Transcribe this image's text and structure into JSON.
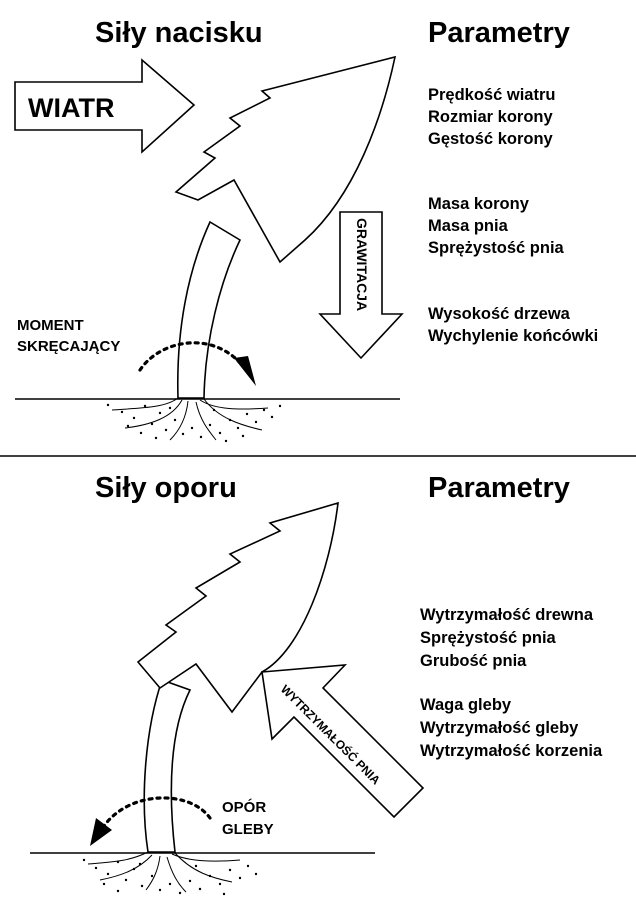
{
  "top_panel": {
    "title": "Siły nacisku",
    "params_title": "Parametry",
    "wind_label": "WIATR",
    "gravity_label": "GRAWITACJA",
    "moment_label_line1": "MOMENT",
    "moment_label_line2": "SKRĘCAJĄCY",
    "params": [
      "Prędkość wiatru",
      "Rozmiar korony",
      "Gęstość korony",
      "Masa korony",
      "Masa pnia",
      "Sprężystość pnia",
      "Wysokość drzewa",
      "Wychylenie końcówki"
    ]
  },
  "bottom_panel": {
    "title": "Siły oporu",
    "params_title": "Parametry",
    "trunk_strength_label": "WYTRZYMAŁOŚĆ PNIA",
    "soil_label_line1": "OPÓR",
    "soil_label_line2": "GLEBY",
    "params": [
      "Wytrzymałość drewna",
      "Sprężystość pnia",
      "Grubość pnia",
      "Waga gleby",
      "Wytrzymałość gleby",
      "Wytrzymałość korzenia"
    ]
  },
  "colors": {
    "ink": "#000000",
    "background": "#ffffff"
  }
}
